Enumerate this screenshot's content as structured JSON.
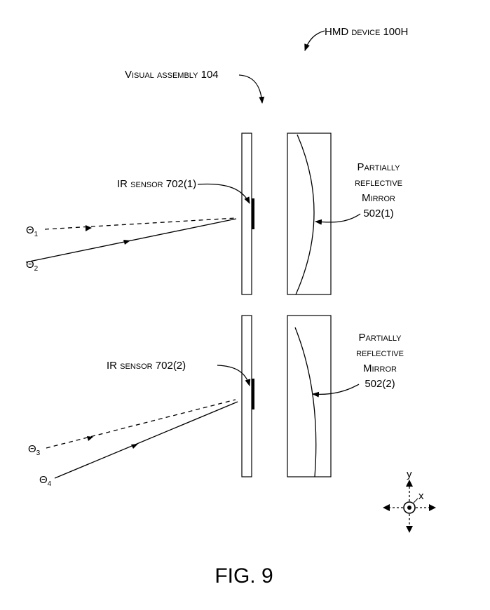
{
  "labels": {
    "hmd_device": "HMD device 100H",
    "visual_assembly": "Visual assembly 104",
    "ir_sensor_1": "IR sensor 702(1)",
    "ir_sensor_2": "IR sensor 702(2)",
    "mirror_1": {
      "line1": "Partially",
      "line2": "reflective",
      "line3": "Mirror",
      "line4": "502(1)"
    },
    "mirror_2": {
      "line1": "Partially",
      "line2": "reflective",
      "line3": "Mirror",
      "line4": "502(2)"
    },
    "theta_1": {
      "base": "Θ",
      "sub": "1"
    },
    "theta_2": {
      "base": "Θ",
      "sub": "2"
    },
    "theta_3": {
      "base": "Θ",
      "sub": "3"
    },
    "theta_4": {
      "base": "Θ",
      "sub": "4"
    },
    "axis_y": "y",
    "axis_x": "x",
    "figure_caption": "FIG. 9"
  }
}
